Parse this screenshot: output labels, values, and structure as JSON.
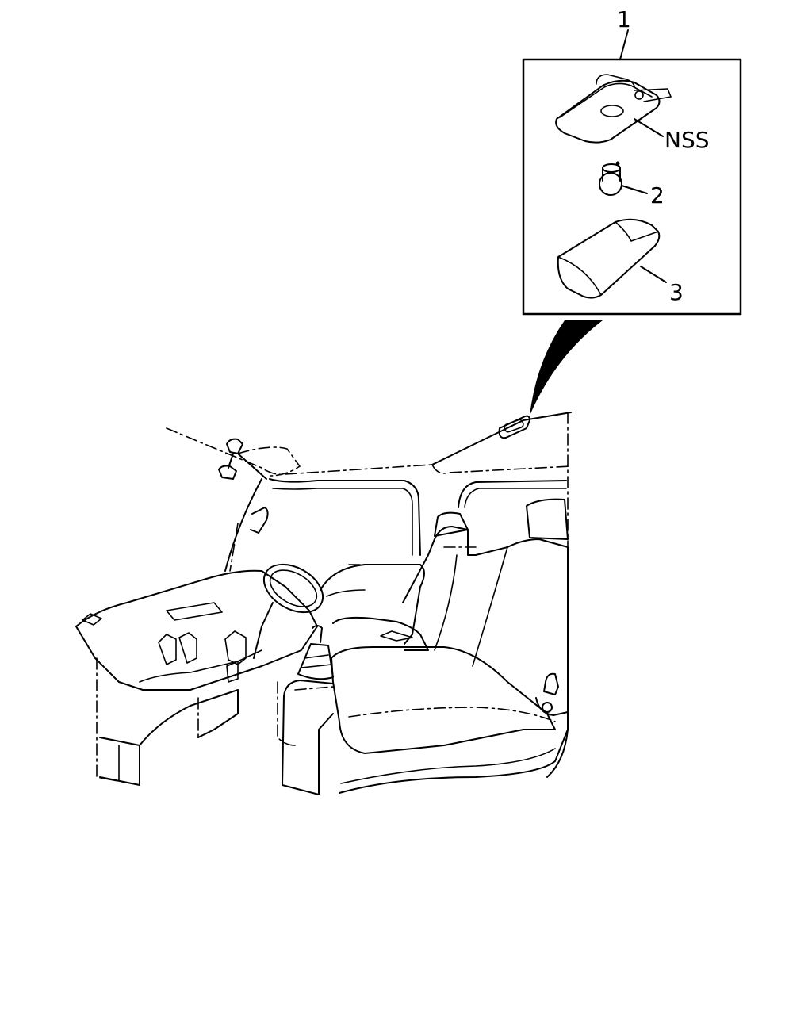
{
  "callouts": {
    "assembly": "1",
    "nss": "NSS",
    "bulb": "2",
    "lens": "3"
  },
  "colors": {
    "ink": "#000000",
    "background": "#ffffff"
  }
}
